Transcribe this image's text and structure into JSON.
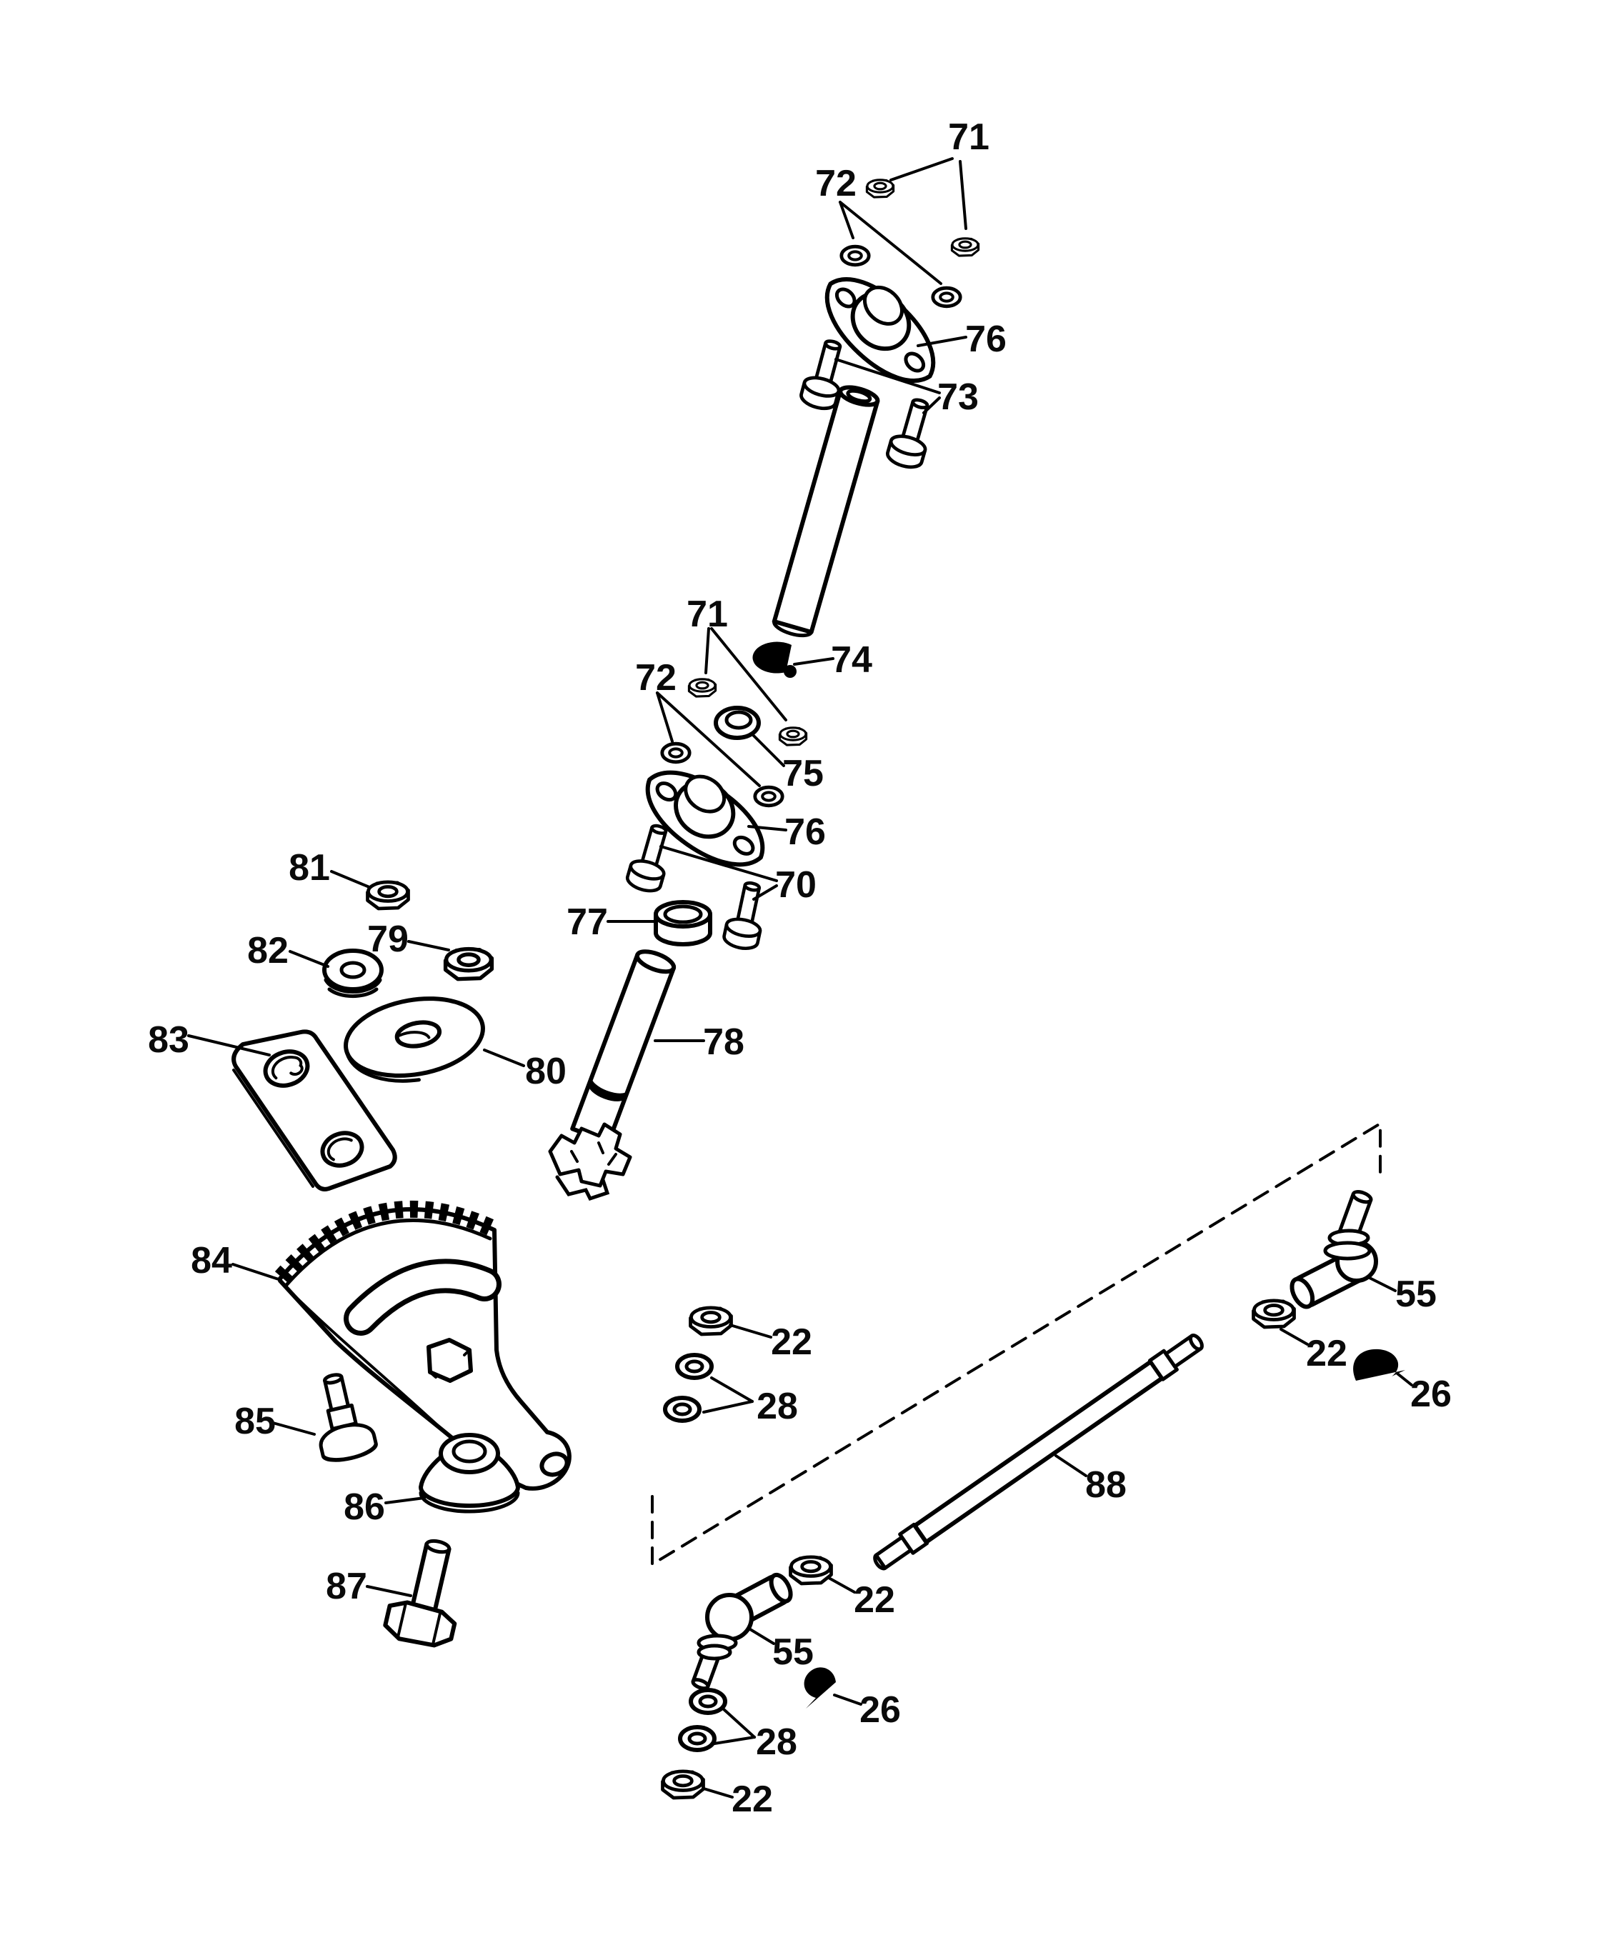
{
  "colors": {
    "background": "#ffffff",
    "line": "#000000"
  },
  "part_numbers": [
    "22",
    "26",
    "28",
    "55",
    "70",
    "71",
    "72",
    "73",
    "74",
    "75",
    "76",
    "77",
    "78",
    "79",
    "80",
    "81",
    "82",
    "83",
    "84",
    "85",
    "86",
    "87",
    "88"
  ],
  "labels": [
    {
      "text": "71"
    },
    {
      "text": "72"
    },
    {
      "text": "76"
    },
    {
      "text": "73"
    },
    {
      "text": "71"
    },
    {
      "text": "74"
    },
    {
      "text": "72"
    },
    {
      "text": "75"
    },
    {
      "text": "76"
    },
    {
      "text": "70"
    },
    {
      "text": "77"
    },
    {
      "text": "78"
    },
    {
      "text": "81"
    },
    {
      "text": "82"
    },
    {
      "text": "79"
    },
    {
      "text": "80"
    },
    {
      "text": "83"
    },
    {
      "text": "84"
    },
    {
      "text": "85"
    },
    {
      "text": "86"
    },
    {
      "text": "87"
    },
    {
      "text": "22"
    },
    {
      "text": "28"
    },
    {
      "text": "55"
    },
    {
      "text": "22"
    },
    {
      "text": "26"
    },
    {
      "text": "88"
    },
    {
      "text": "22"
    },
    {
      "text": "55"
    },
    {
      "text": "26"
    },
    {
      "text": "28"
    },
    {
      "text": "22"
    }
  ]
}
